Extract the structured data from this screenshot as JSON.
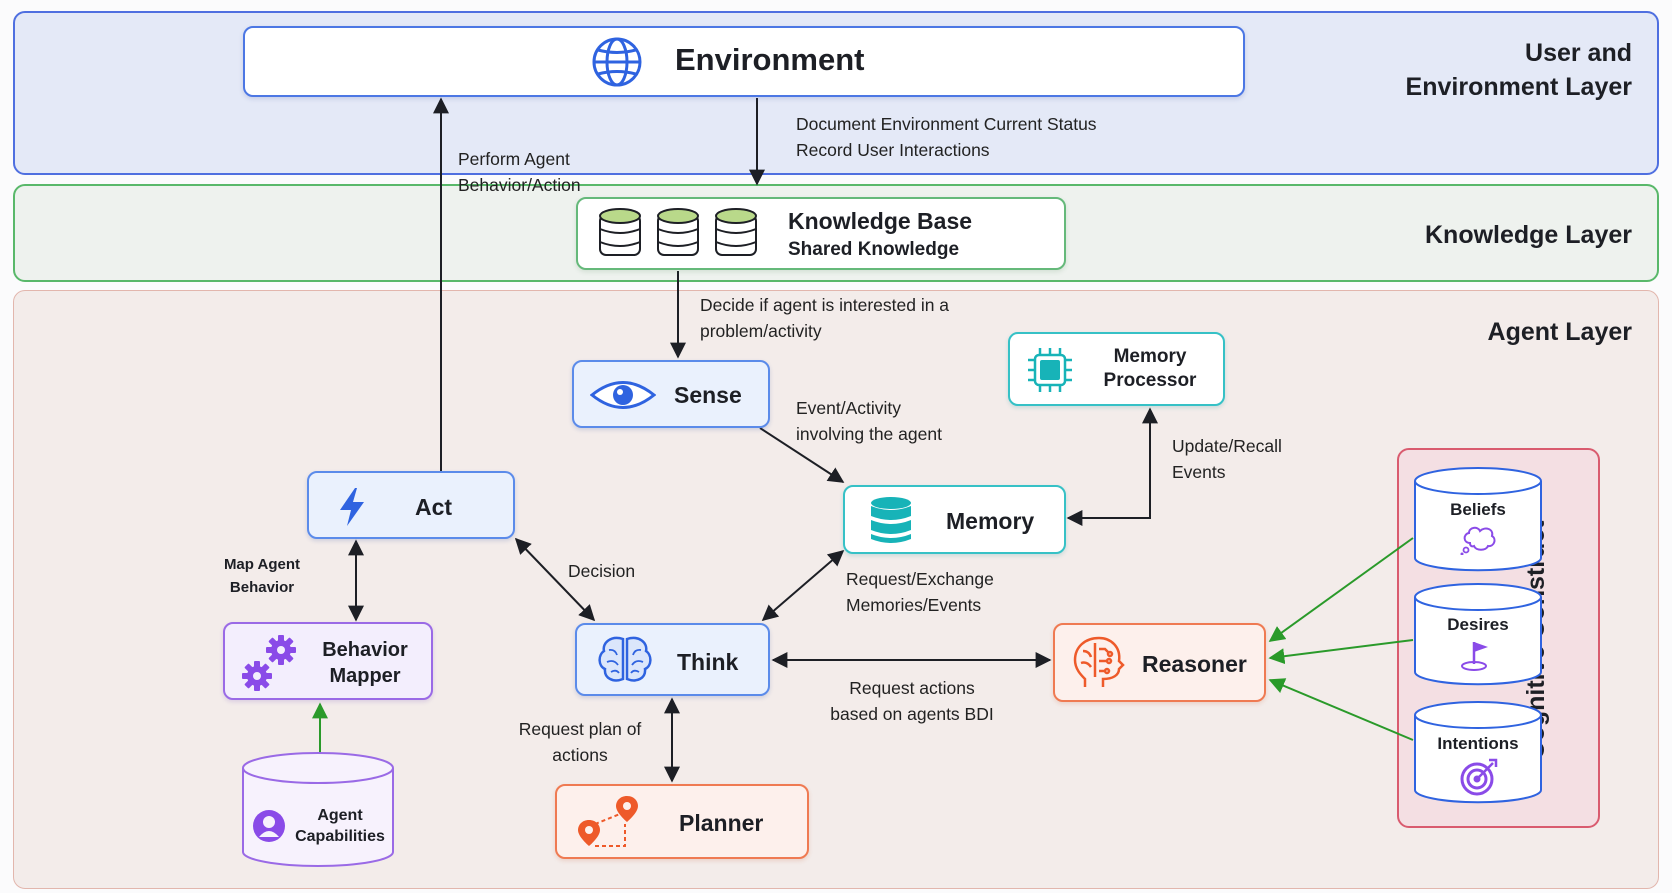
{
  "layers": {
    "user_env": {
      "title_line1": "User and",
      "title_line2": "Environment Layer"
    },
    "knowledge": {
      "title": "Knowledge Layer"
    },
    "agent": {
      "title": "Agent Layer"
    }
  },
  "nodes": {
    "environment": "Environment",
    "knowledge_base": {
      "title": "Knowledge Base",
      "subtitle": "Shared Knowledge"
    },
    "sense": "Sense",
    "memory_processor": {
      "line1": "Memory",
      "line2": "Processor"
    },
    "act": "Act",
    "memory": "Memory",
    "behavior_mapper": {
      "line1": "Behavior",
      "line2": "Mapper"
    },
    "think": "Think",
    "reasoner": "Reasoner",
    "planner": "Planner",
    "agent_capabilities": {
      "line1": "Agent",
      "line2": "Capabilities"
    }
  },
  "cognitive_construct": {
    "title": "Cognitive Construct",
    "items": [
      "Beliefs",
      "Desires",
      "Intentions"
    ]
  },
  "edge_labels": {
    "env_status_1": "Document Environment Current Status",
    "env_status_2": "Record User Interactions",
    "perform_1": "Perform Agent",
    "perform_2": "Behavior/Action",
    "decide_1": "Decide if agent is interested in a",
    "decide_2": "problem/activity",
    "event_1": "Event/Activity",
    "event_2": "involving the agent",
    "update_1": "Update/Recall",
    "update_2": "Events",
    "map_1": "Map Agent",
    "map_2": "Behavior",
    "decision": "Decision",
    "request_mem_1": "Request/Exchange",
    "request_mem_2": "Memories/Events",
    "request_actions_1": "Request actions",
    "request_actions_2": "based on agents BDI",
    "request_plan_1": "Request plan of",
    "request_plan_2": "actions"
  },
  "colors": {
    "user_layer_fill": "#e4e9f7",
    "user_layer_border": "#4f6fe0",
    "knowledge_layer_fill": "#eef2ee",
    "knowledge_layer_border": "#59b86a",
    "agent_layer_fill": "#f3ecea",
    "blue": "#2f63e0",
    "teal": "#17b3b8",
    "purple": "#8a4be8",
    "orange": "#ee5a2a",
    "green_arrow": "#2a9a2a"
  }
}
